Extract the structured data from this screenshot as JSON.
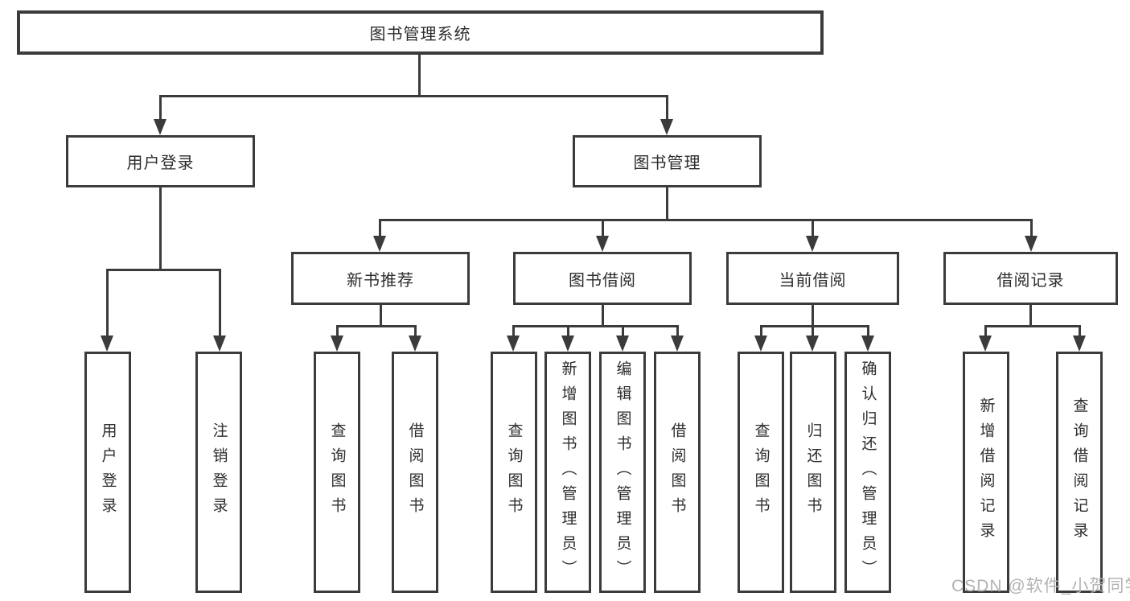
{
  "colors": {
    "line": "#3b3b3b",
    "text": "#2d2d2d",
    "background": "#ffffff",
    "watermark": "#b3b3b3"
  },
  "nodes": {
    "root": {
      "label": "图书管理系统"
    },
    "login": {
      "label": "用户登录",
      "children": [
        {
          "label": "用户登录"
        },
        {
          "label": "注销登录"
        }
      ]
    },
    "manage": {
      "label": "图书管理",
      "children": [
        {
          "label": "新书推荐",
          "children": [
            {
              "label": "查询图书"
            },
            {
              "label": "借阅图书"
            }
          ]
        },
        {
          "label": "图书借阅",
          "children": [
            {
              "label": "查询图书"
            },
            {
              "label": "新增图书（管理员）"
            },
            {
              "label": "编辑图书（管理员）"
            },
            {
              "label": "借阅图书"
            }
          ]
        },
        {
          "label": "当前借阅",
          "children": [
            {
              "label": "查询图书"
            },
            {
              "label": "归还图书"
            },
            {
              "label": "确认归还（管理员）"
            }
          ]
        },
        {
          "label": "借阅记录",
          "children": [
            {
              "label": "新增借阅记录"
            },
            {
              "label": "查询借阅记录"
            }
          ]
        }
      ]
    }
  },
  "watermark": {
    "text": "CSDN @软件_小贺同学"
  }
}
